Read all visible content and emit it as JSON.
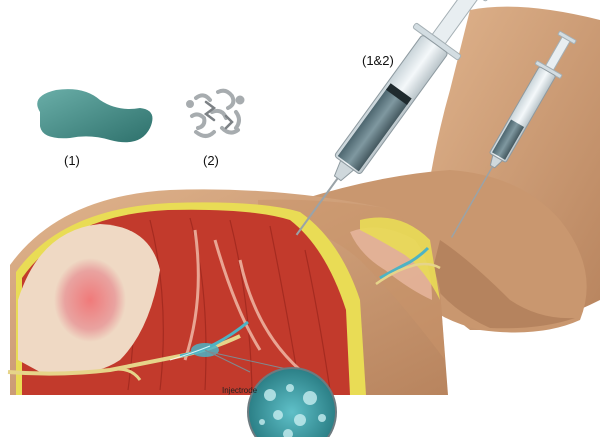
{
  "labels": {
    "component_1": "(1)",
    "component_2": "(2)",
    "combined": "(1&2)",
    "injectrode": "Injectrode"
  },
  "colors": {
    "component_1_fill": "#3f8f8a",
    "skin": "#d2a27b",
    "skin_dark": "#b9855f",
    "fat_layer": "#e9dc55",
    "muscle": "#c23a2c",
    "muscle_dark": "#8e1f18",
    "bone": "#efd9c4",
    "bone_marrow": "#e46a6a",
    "nerve": "#e6d48a",
    "injectrode": "#4db3c4",
    "syringe_barrel": "#dde6ea",
    "syringe_fluid": "#5f7780",
    "needle": "#9aa3a8"
  },
  "icons": {
    "component_1": "teal-blob-icon",
    "component_2": "gray-particle-cluster-icon",
    "large_syringe": "syringe-icon",
    "small_syringe": "syringe-icon",
    "magnifier": "magnified-particles-icon"
  }
}
